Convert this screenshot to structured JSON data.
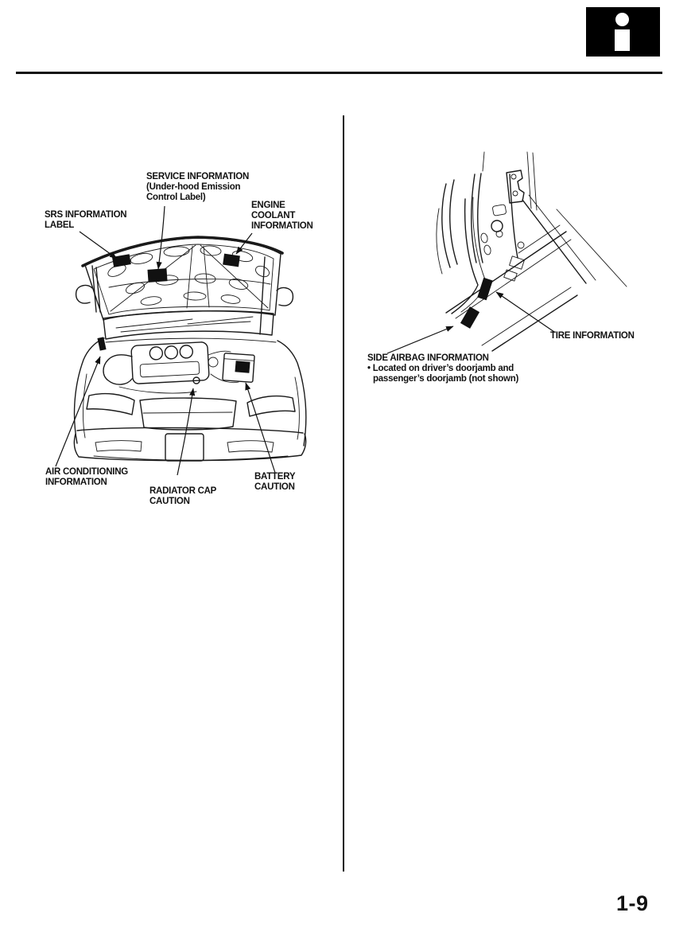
{
  "page": {
    "number": "1-9",
    "paper_color": "#ffffff",
    "ink_color": "#111111"
  },
  "header": {
    "icon": {
      "name": "info-icon",
      "glyph": "i",
      "background": "#000000",
      "foreground": "#ffffff"
    }
  },
  "underhood_diagram": {
    "labels": {
      "service": [
        "SERVICE INFORMATION",
        "(Under-hood Emission",
        "Control Label)"
      ],
      "srs": [
        "SRS INFORMATION",
        "LABEL"
      ],
      "engine_coolant": [
        "ENGINE",
        "COOLANT",
        "INFORMATION"
      ],
      "air_conditioning": [
        "AIR CONDITIONING",
        "INFORMATION"
      ],
      "radiator_cap": [
        "RADIATOR CAP",
        "CAUTION"
      ],
      "battery": [
        "BATTERY",
        "CAUTION"
      ]
    }
  },
  "doorjamb_diagram": {
    "labels": {
      "tire": "TIRE INFORMATION",
      "side_airbag": {
        "title": "SIDE AIRBAG INFORMATION",
        "note": [
          "• Located on driver’s doorjamb and",
          "passenger’s doorjamb (not shown)"
        ]
      }
    }
  }
}
